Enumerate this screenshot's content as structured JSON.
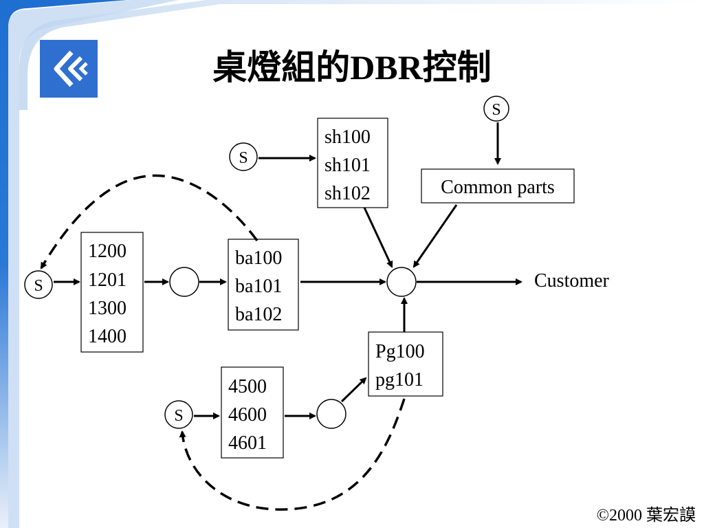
{
  "slide": {
    "title": "桌燈組的DBR控制",
    "copyright": "©2000 葉宏謨"
  },
  "diagram": {
    "source_label": "S",
    "sh_box": {
      "lines": [
        "sh100",
        "sh101",
        "sh102"
      ]
    },
    "common_parts_box": {
      "label": "Common parts"
    },
    "numbers_box": {
      "lines": [
        "1200",
        "1201",
        "1300",
        "1400"
      ]
    },
    "ba_box": {
      "lines": [
        "ba100",
        "ba101",
        "ba102"
      ]
    },
    "pg_box": {
      "lines": [
        "Pg100",
        "pg101"
      ]
    },
    "bottom_numbers_box": {
      "lines": [
        "4500",
        "4600",
        "4601"
      ]
    },
    "customer_label": "Customer"
  },
  "colors": {
    "sidebar_blue": "#1f5fbf",
    "sidebar_light": "#dbe7f6",
    "logo_blue": "#2f6fcf"
  }
}
